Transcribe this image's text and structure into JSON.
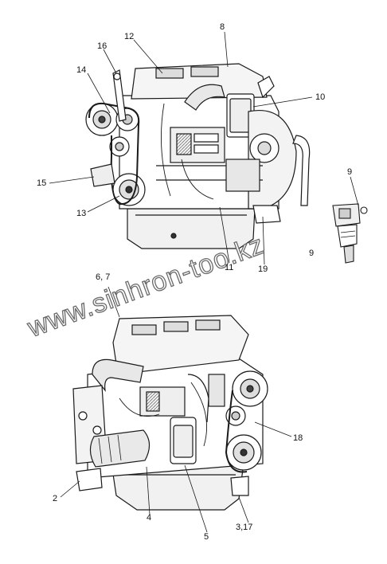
{
  "watermark": "www.sinhron-too.kz",
  "callouts": {
    "c2": "2",
    "c3_17": "3,17",
    "c4": "4",
    "c5": "5",
    "c6_7": "6, 7",
    "c8": "8",
    "c9a": "9",
    "c9b": "9",
    "c10": "10",
    "c11": "11",
    "c12": "12",
    "c13": "13",
    "c14": "14",
    "c15": "15",
    "c16": "16",
    "c18": "18",
    "c19": "19"
  },
  "colors": {
    "line": "#1a1a1a",
    "fill": "#ffffff",
    "shade": "#d9d9d9",
    "dark": "#3a3a3a"
  }
}
